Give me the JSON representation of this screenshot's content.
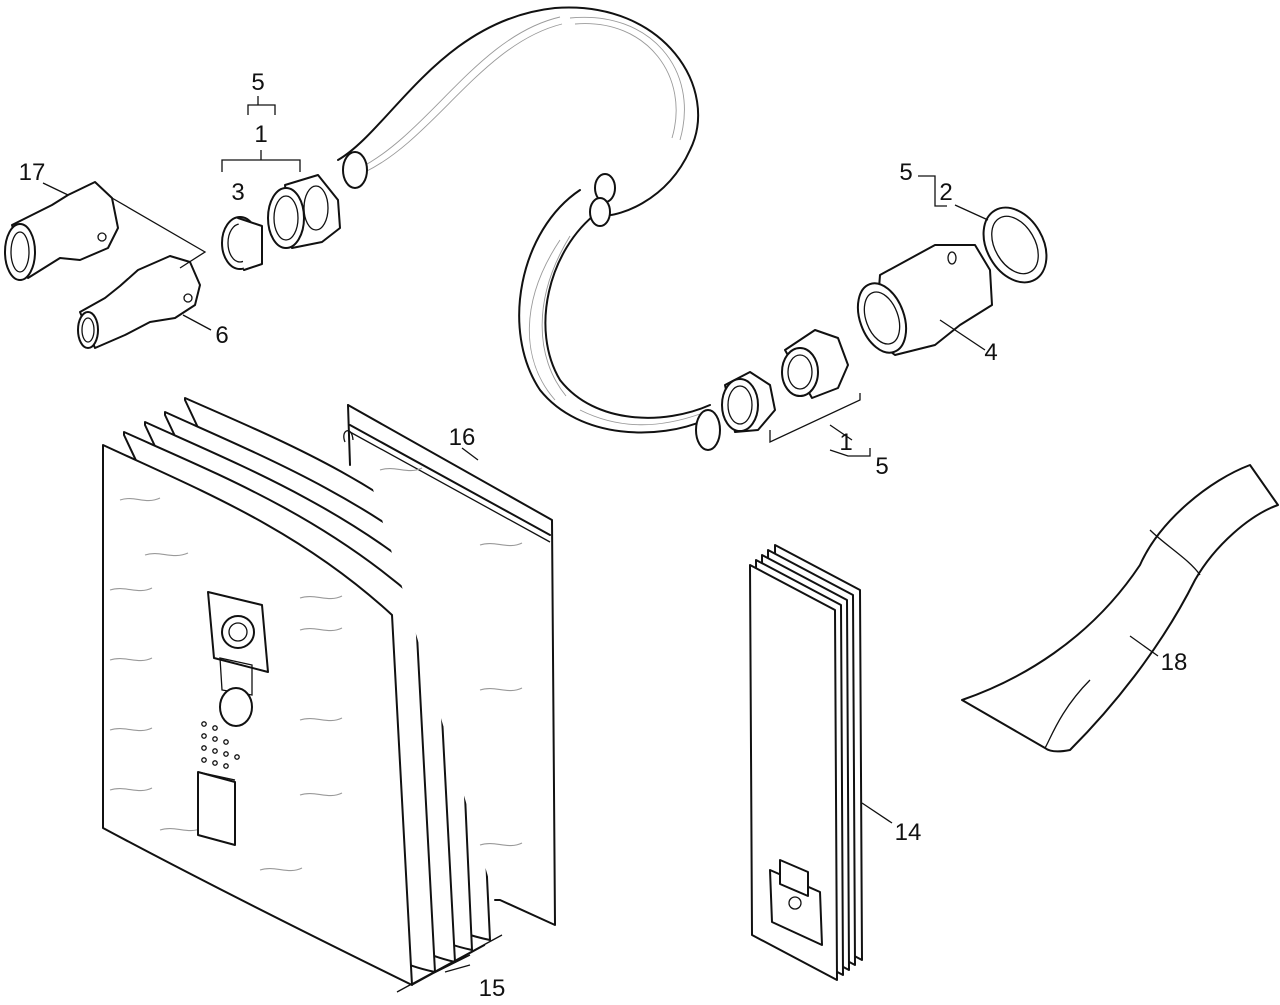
{
  "callouts": {
    "c5_top_left": "5",
    "c1_top_left": "1",
    "c3": "3",
    "c17": "17",
    "c6": "6",
    "c5_right": "5",
    "c2": "2",
    "c4": "4",
    "c1_right": "1",
    "c5_bottom_right": "5",
    "c16": "16",
    "c18": "18",
    "c14": "14",
    "c15": "15"
  }
}
